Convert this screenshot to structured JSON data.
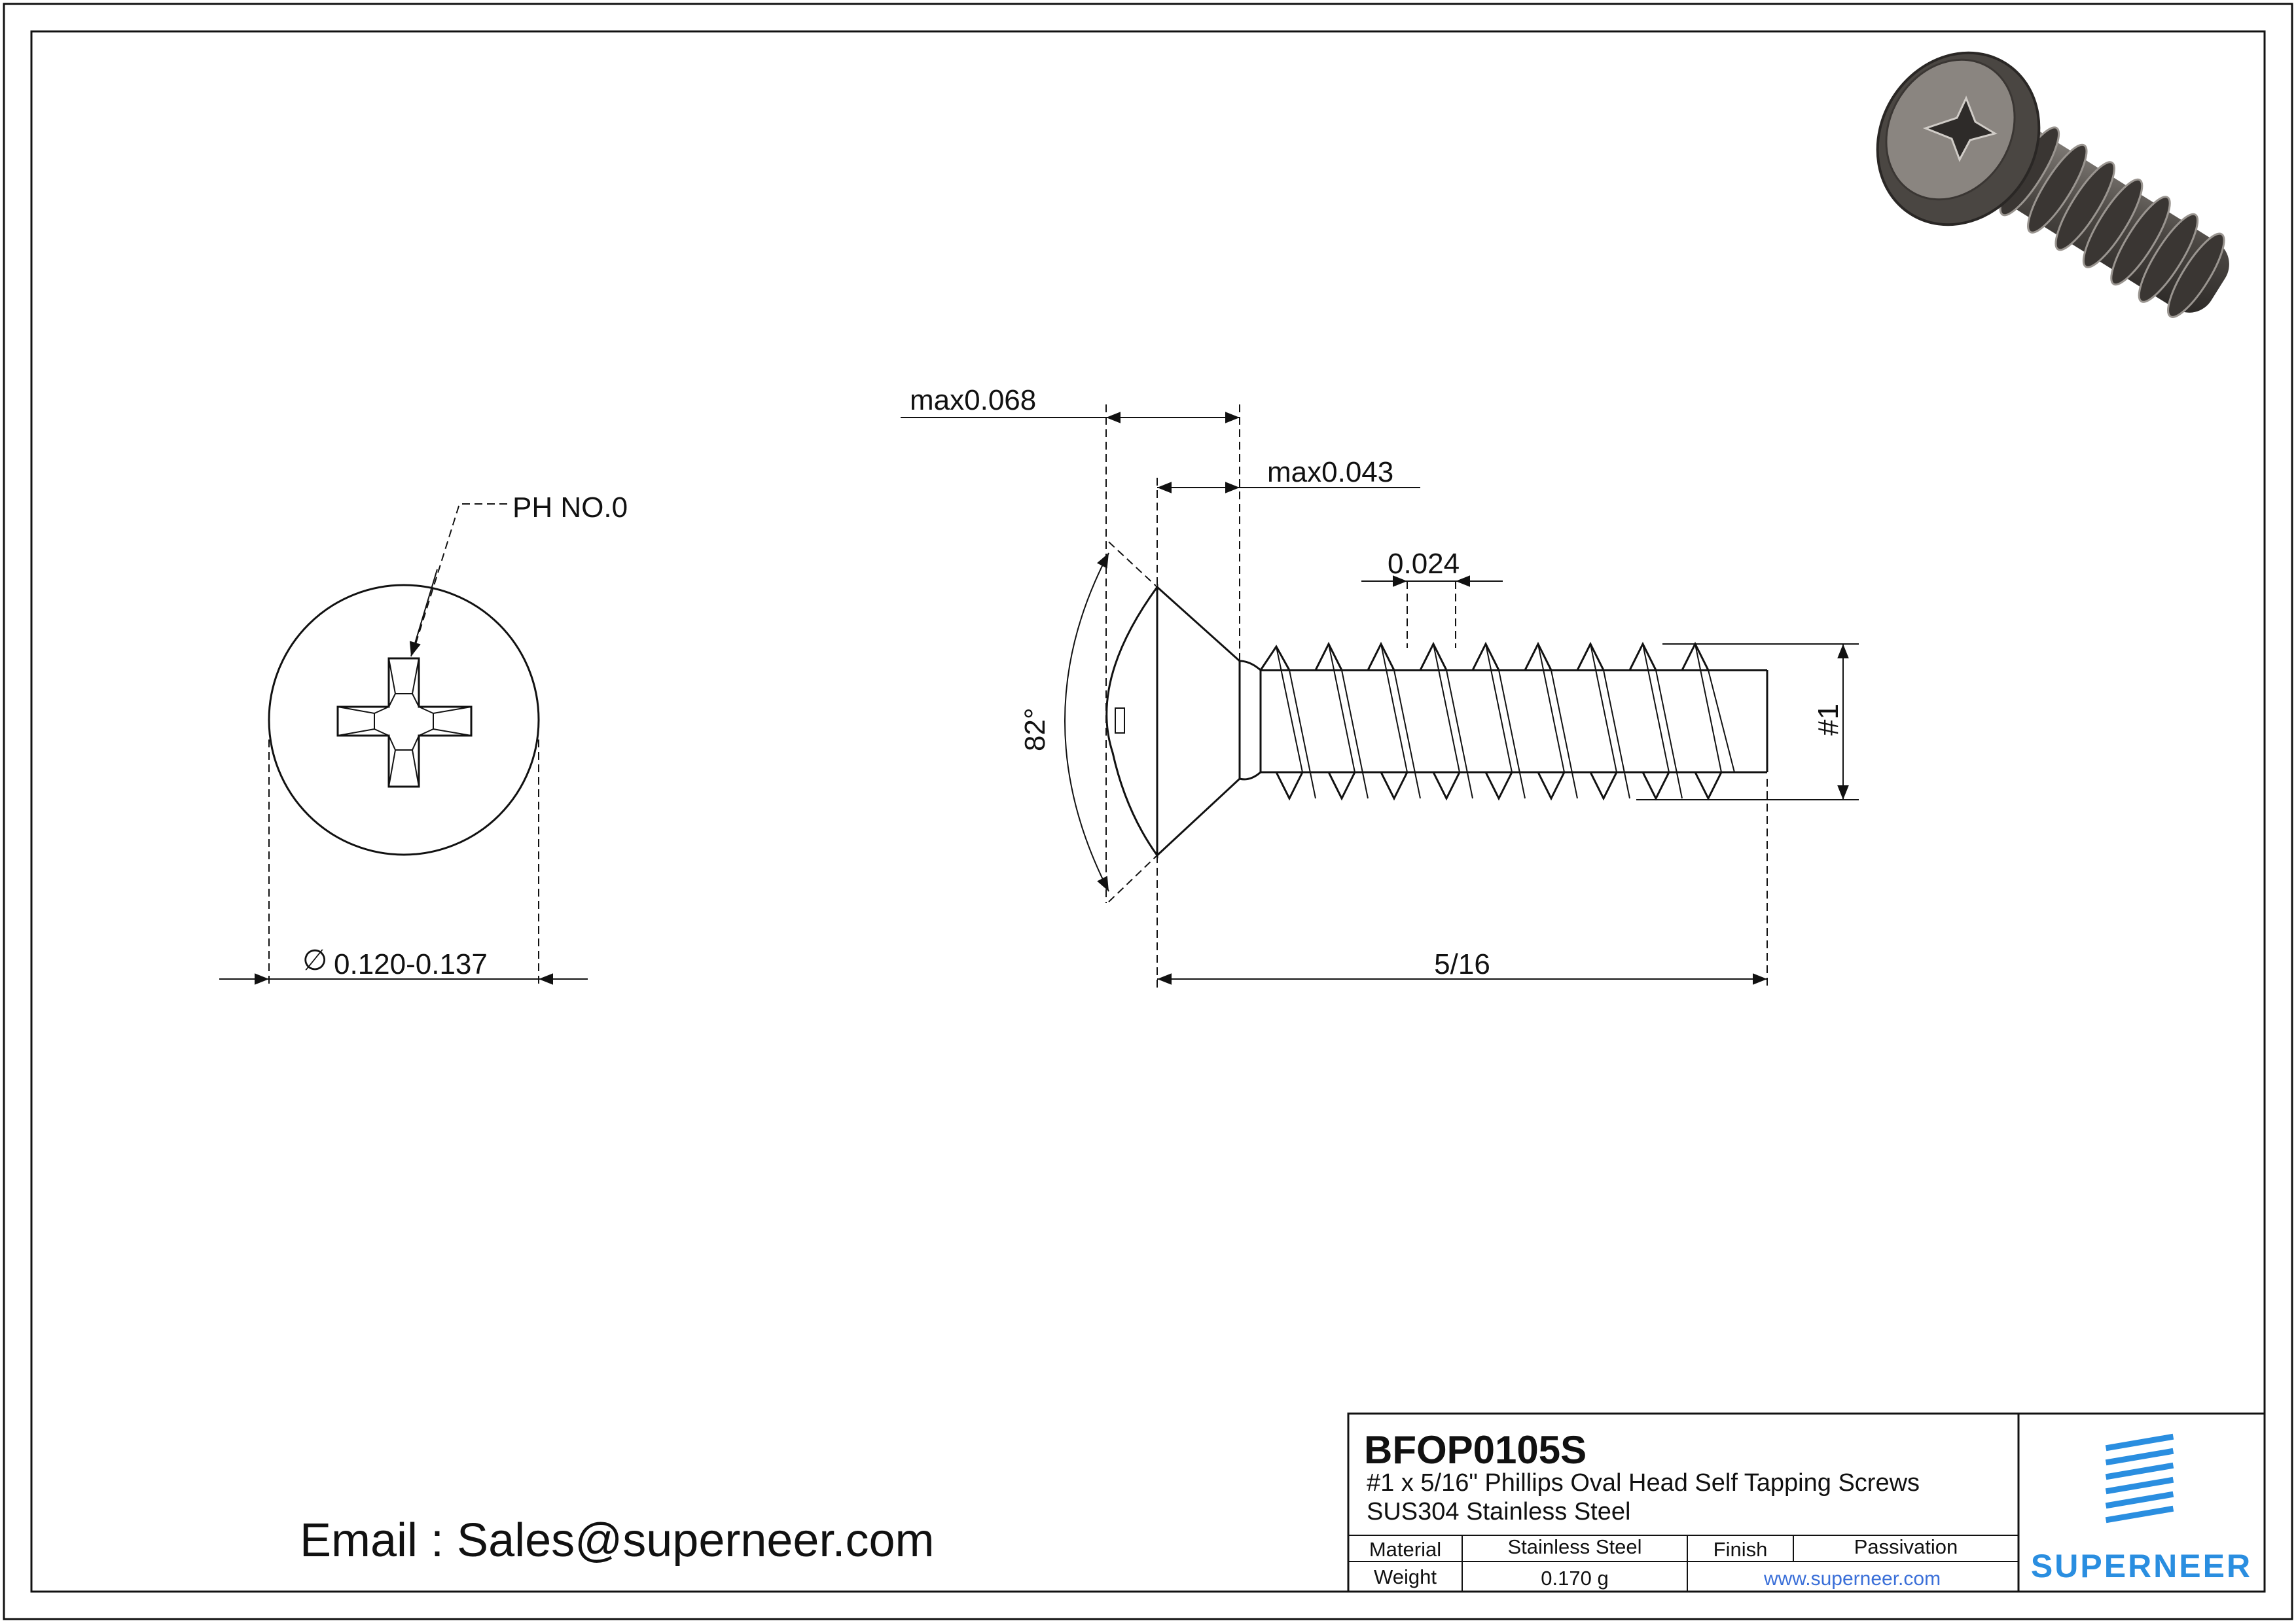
{
  "view_front": {
    "drive_label": "PH NO.0",
    "head_diameter": "0.120-0.137"
  },
  "view_side": {
    "head_height_max": "max0.068",
    "countersink_depth_max": "max0.043",
    "thread_pitch": "0.024",
    "head_angle": "82°",
    "screw_size": "#1",
    "length": "5/16"
  },
  "title_block": {
    "part_number": "BFOP0105S",
    "description": "#1 x 5/16\" Phillips Oval Head Self Tapping Screws",
    "material_line": "SUS304 Stainless Steel",
    "material_label": "Material",
    "material_value": "Stainless Steel",
    "finish_label": "Finish",
    "finish_value": "Passivation",
    "weight_label": "Weight",
    "weight_value": "0.170 g",
    "website": "www.superneer.com",
    "brand": "SUPERNEER",
    "brand_color": "#2a8ee0"
  },
  "contact": {
    "email_text": "Email : Sales@superneer.com"
  }
}
